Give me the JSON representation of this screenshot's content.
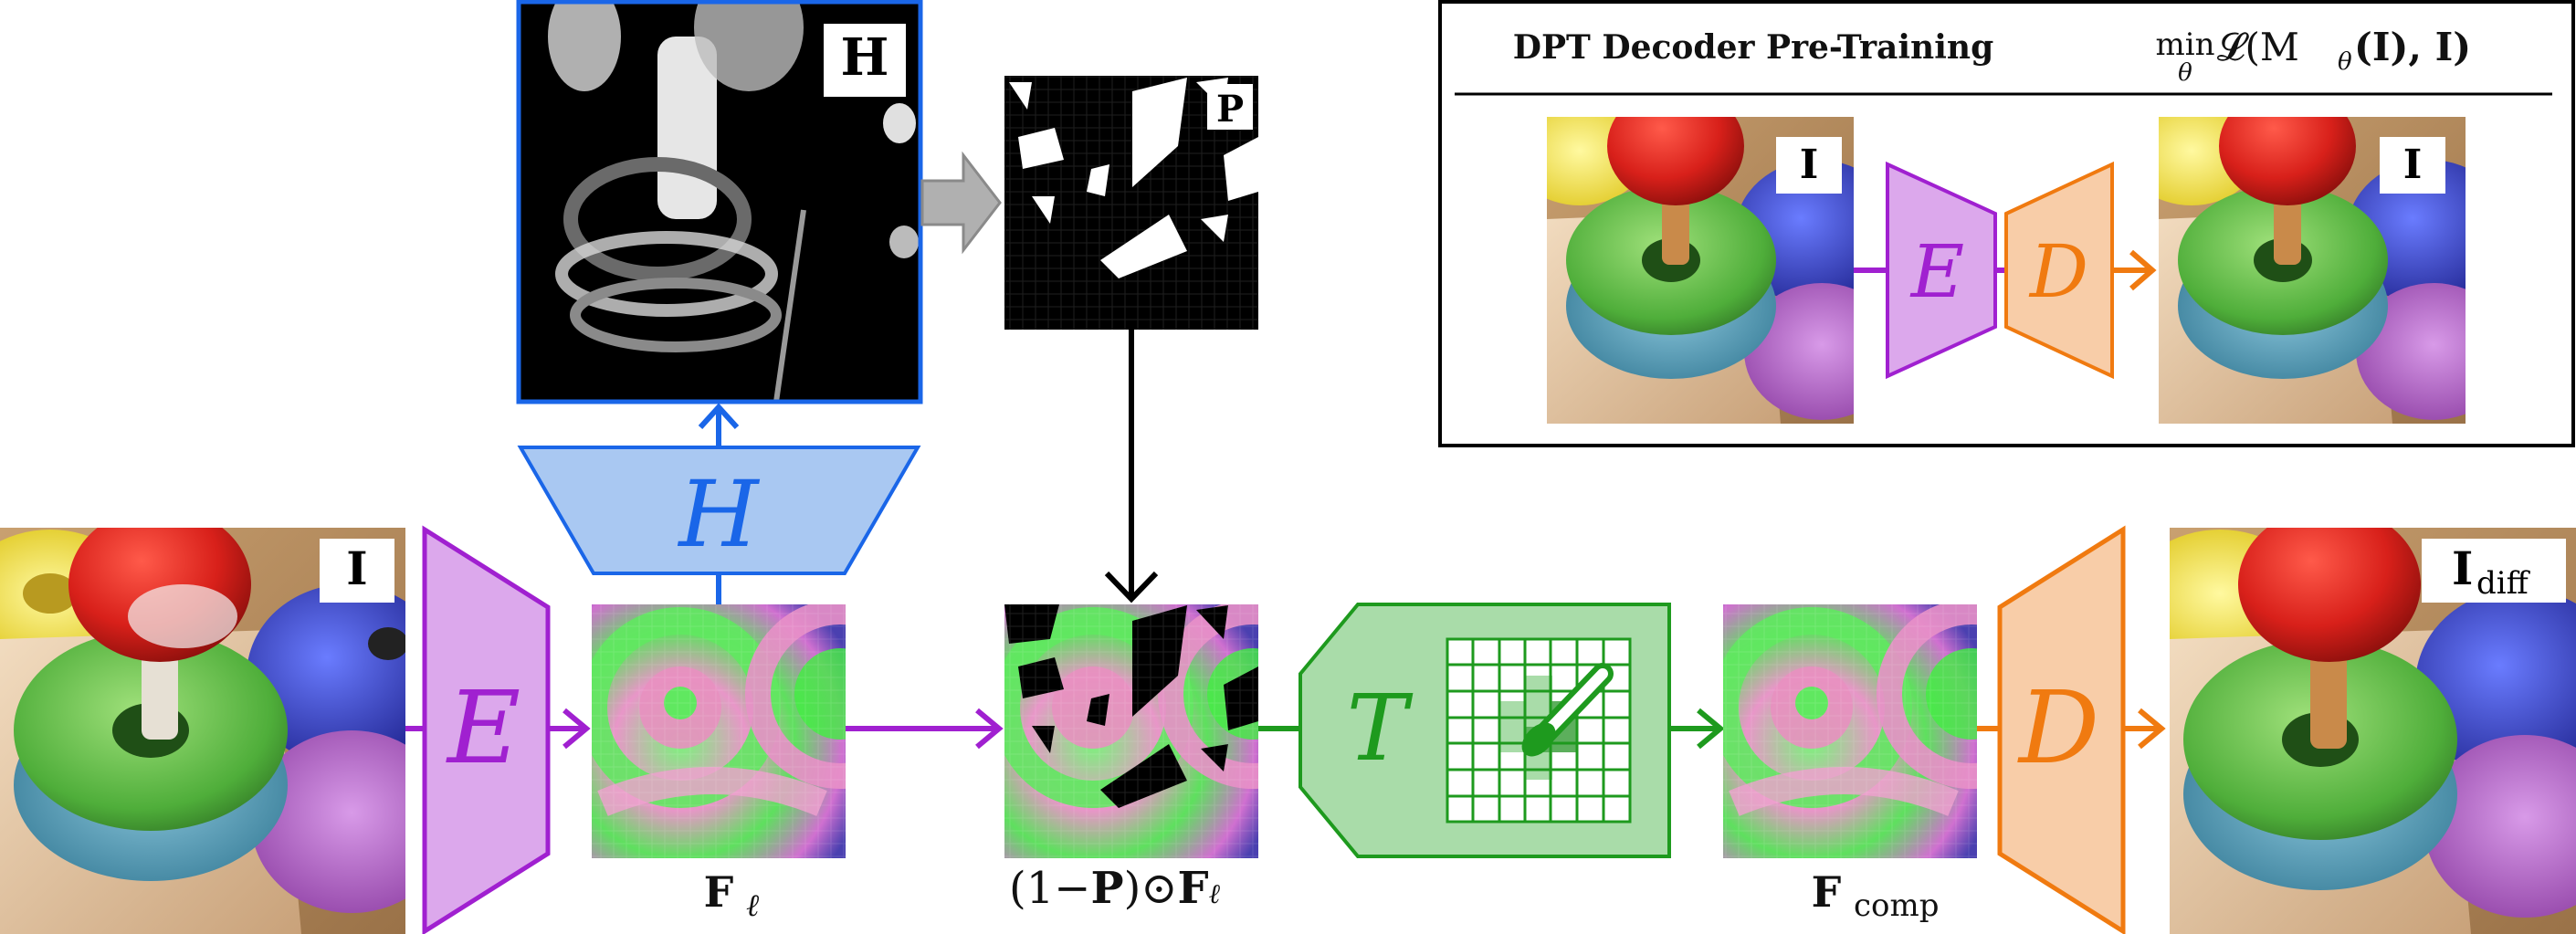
{
  "labels": {
    "input_image": "I",
    "heat_map": "H",
    "mask": "P",
    "output_image_main": "I",
    "output_image_sub": "diff",
    "encoder": "E",
    "heat_head": "H",
    "transformer": "T",
    "decoder": "D",
    "features_main": "F",
    "features_sub": "ℓ",
    "masked_features_prefix": "(1−",
    "masked_features_mask": "P",
    "masked_features_odot": ")⊙",
    "masked_features_f": "F",
    "masked_features_sub": "ℓ",
    "comp_features_main": "F",
    "comp_features_sub": "comp"
  },
  "inset": {
    "title": "DPT Decoder Pre-Training",
    "formula_min": "min",
    "formula_theta": "θ",
    "formula_body": "𝓛(M",
    "formula_theta_sub": "θ",
    "formula_rest": "(I), I)",
    "input_label": "I",
    "output_label": "I",
    "encoder": "E",
    "decoder": "D"
  },
  "colors": {
    "purple": "#A020D0",
    "purple_fill": "#DCA8EC",
    "blue": "#1A66E8",
    "blue_fill": "#A9C8F2",
    "green": "#1E9A1E",
    "green_fill": "#A9DCA9",
    "orange": "#F07A10",
    "orange_fill": "#F8CDA8",
    "gray_arrow": "#B0B0B0",
    "black": "#000000"
  }
}
